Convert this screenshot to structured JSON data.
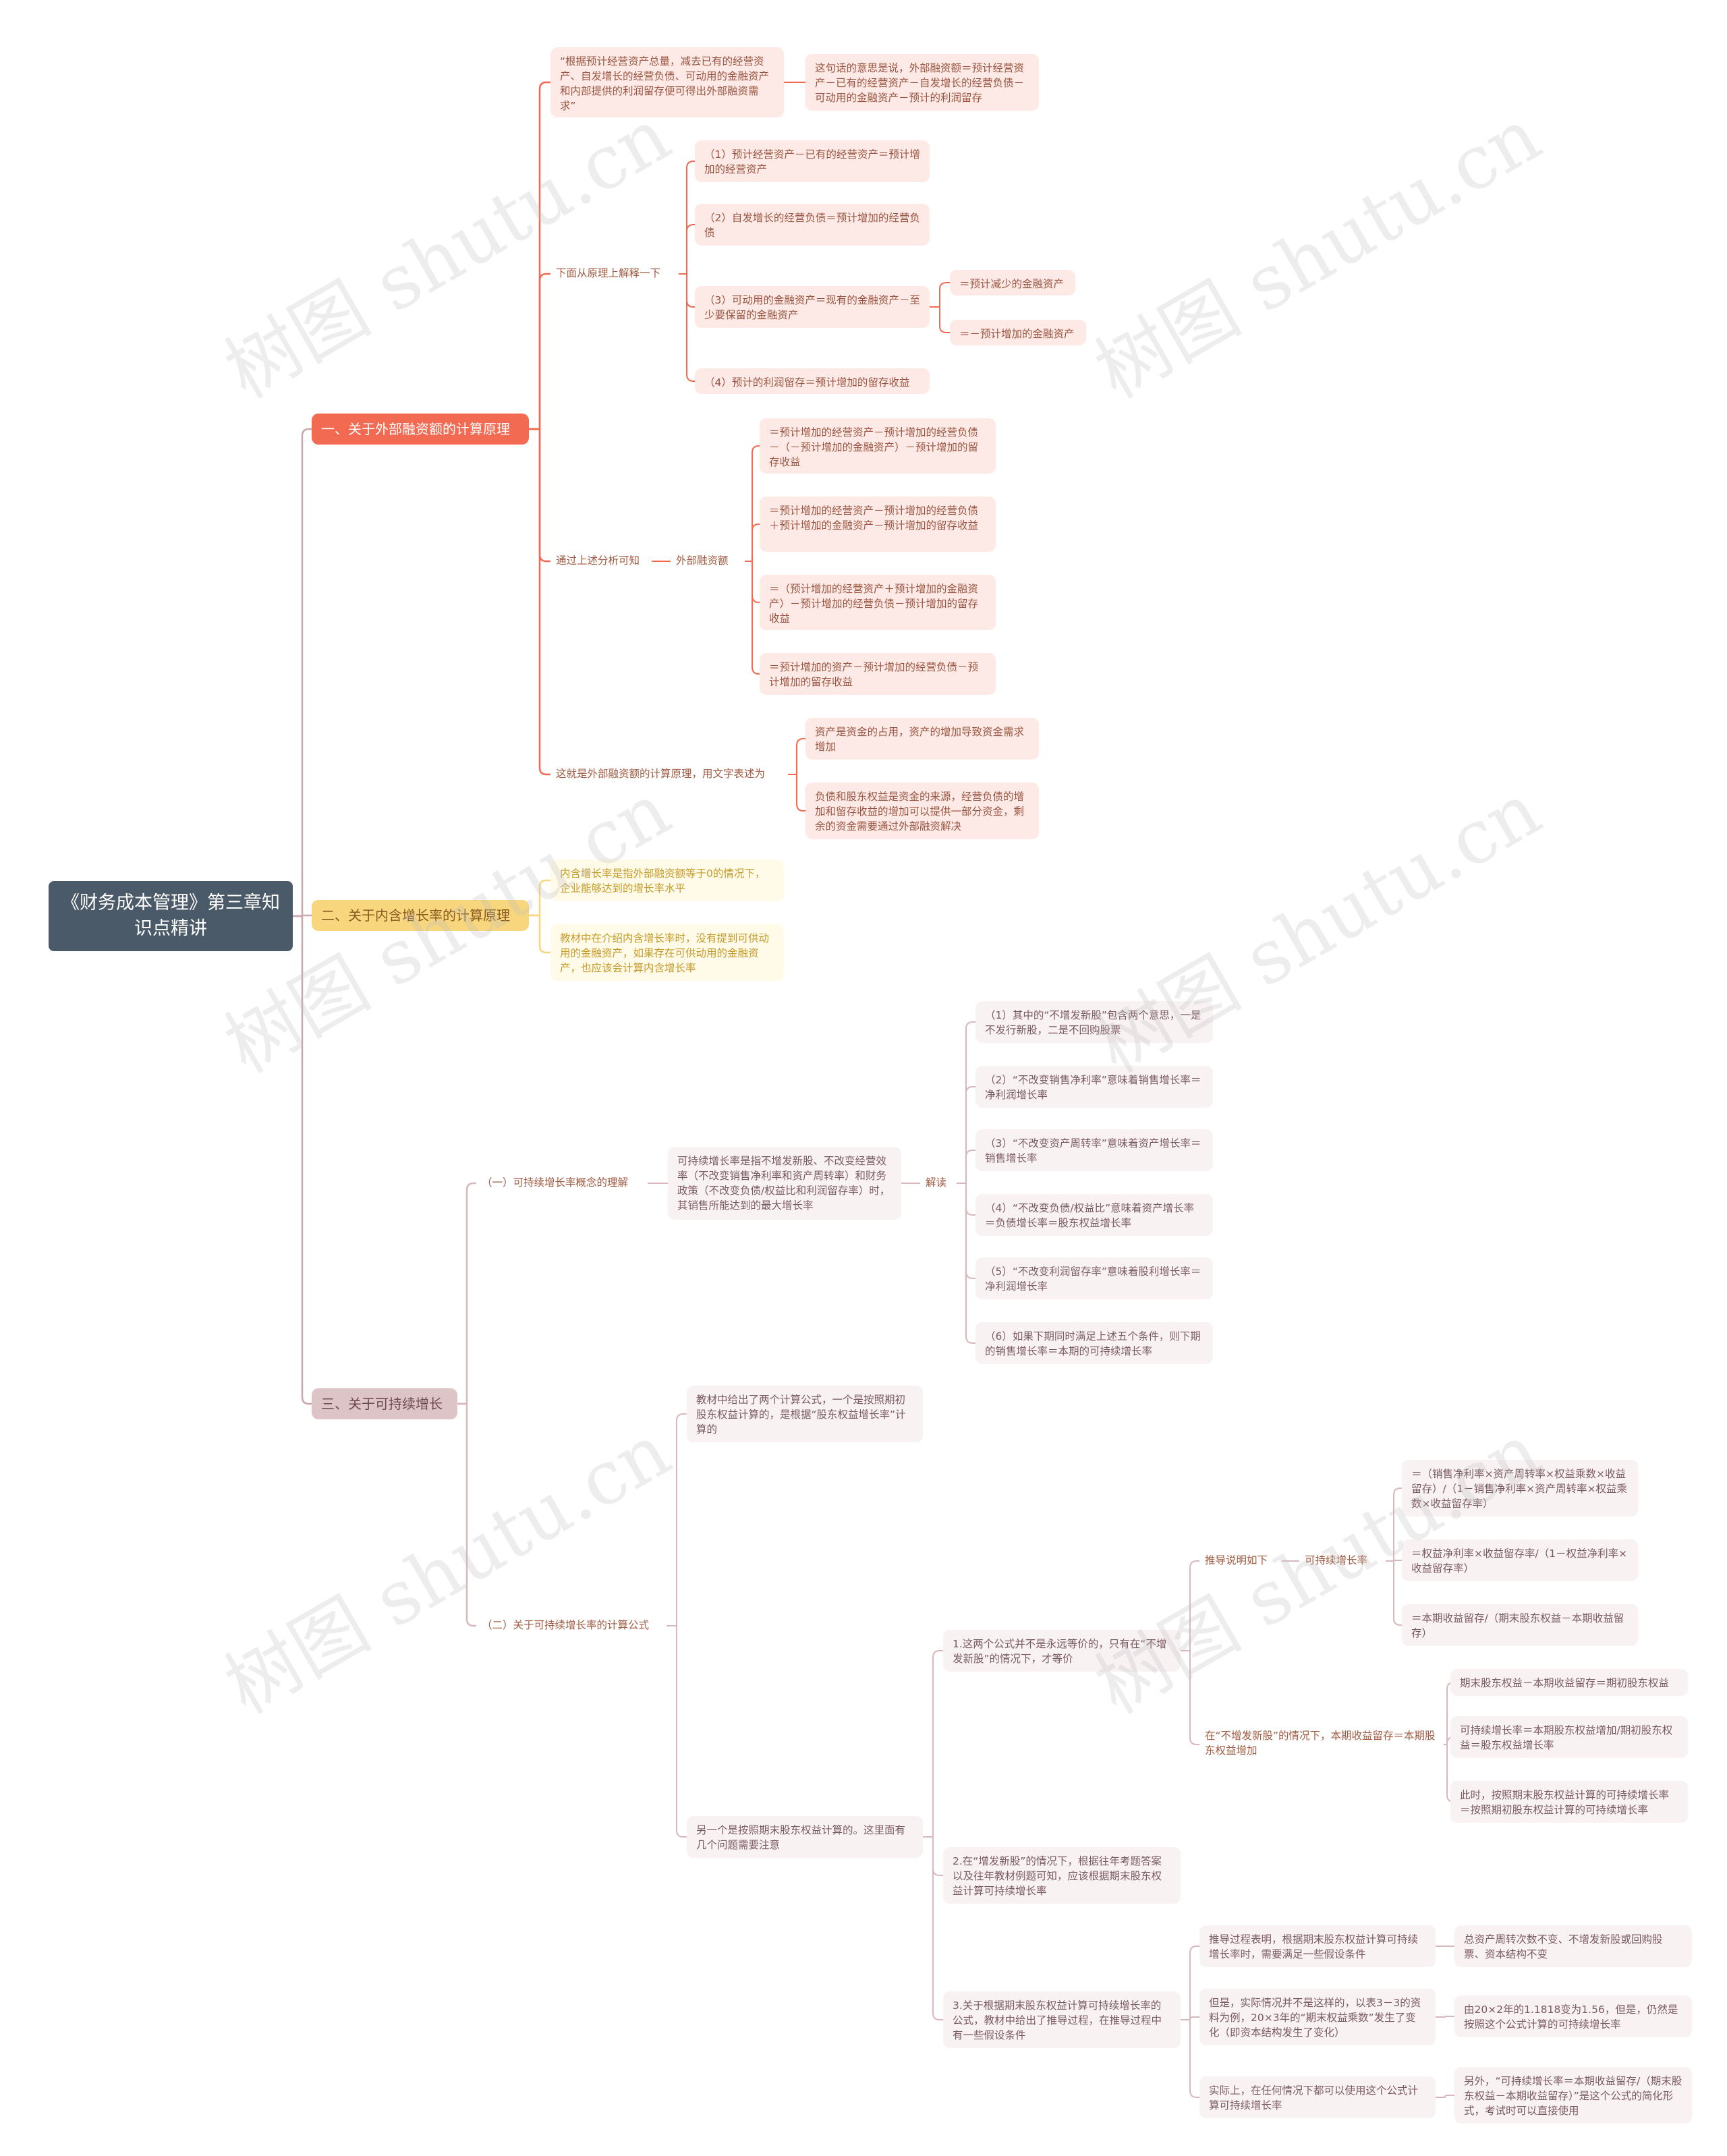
{
  "root": "《财务成本管理》第三章知识点精讲",
  "watermark": "树图 shutu.cn",
  "colors": {
    "branch1": "#f26a51",
    "branch2": "#f7d67e",
    "branch3": "#dcc4c7",
    "root": "#4b5a68"
  },
  "b1": {
    "title": "一、关于外部融资额的计算原理",
    "quote": "“根据预计经营资产总量，减去已有的经营资产、自发增长的经营负债、可动用的金融资产和内部提供的利润留存便可得出外部融资需求”",
    "quote_explain": "这句话的意思是说，外部融资额＝预计经营资产－已有的经营资产－自发增长的经营负债－可动用的金融资产－预计的利润留存",
    "explain": "下面从原理上解释一下",
    "e1": "（1）预计经营资产－已有的经营资产＝预计增加的经营资产",
    "e2": "（2）自发增长的经营负债＝预计增加的经营负债",
    "e3": "（3）可动用的金融资产＝现有的金融资产－至少要保留的金融资产",
    "e3a": "＝预计减少的金融资产",
    "e3b": "＝－预计增加的金融资产",
    "e4": "（4）预计的利润留存＝预计增加的留存收益",
    "analysis": "通过上述分析可知",
    "ext": "外部融资额",
    "f1": "＝预计增加的经营资产－预计增加的经营负债－（－预计增加的金融资产）－预计增加的留存收益",
    "f2": "＝预计增加的经营资产－预计增加的经营负债＋预计增加的金融资产－预计增加的留存收益",
    "f3": "＝（预计增加的经营资产＋预计增加的金融资产）－预计增加的经营负债－预计增加的留存收益",
    "f4": "＝预计增加的资产－预计增加的经营负债－预计增加的留存收益",
    "words": "这就是外部融资额的计算原理，用文字表述为",
    "w1": "资产是资金的占用，资产的增加导致资金需求增加",
    "w2": "负债和股东权益是资金的来源，经营负债的增加和留存收益的增加可以提供一部分资金，剩余的资金需要通过外部融资解决"
  },
  "b2": {
    "title": "二、关于内含增长率的计算原理",
    "n1": "内含增长率是指外部融资额等于0的情况下，企业能够达到的增长率水平",
    "n2": "教材中在介绍内含增长率时，没有提到可供动用的金融资产，如果存在可供动用的金融资产，也应该会计算内含增长率"
  },
  "b3": {
    "title": "三、关于可持续增长",
    "s1": "（一）可持续增长率概念的理解",
    "s1def": "可持续增长率是指不增发新股、不改变经营效率（不改变销售净利率和资产周转率）和财务政策（不改变负债/权益比和利润留存率）时，其销售所能达到的最大增长率",
    "jd": "解读",
    "j1": "（1）其中的“不增发新股”包含两个意思，一是不发行新股，二是不回购股票",
    "j2": "（2）“不改变销售净利率”意味着销售增长率＝净利润增长率",
    "j3": "（3）“不改变资产周转率”意味着资产增长率＝销售增长率",
    "j4": "（4）“不改变负债/权益比”意味着资产增长率＝负债增长率＝股东权益增长率",
    "j5": "（5）“不改变利润留存率”意味着股利增长率＝净利润增长率",
    "j6": "（6）如果下期同时满足上述五个条件，则下期的销售增长率＝本期的可持续增长率",
    "s2": "（二）关于可持续增长率的计算公式",
    "t1": "教材中给出了两个计算公式，一个是按照期初股东权益计算的，是根据“股东权益增长率”计算的",
    "t2": "另一个是按照期末股东权益计算的。这里面有几个问题需要注意",
    "p1": "1.这两个公式并不是永远等价的，只有在“不增发新股”的情况下，才等价",
    "p1a": "推导说明如下",
    "p1b": "可持续增长率",
    "g1": "＝（销售净利率×资产周转率×权益乘数×收益留存）/（1－销售净利率×资产周转率×权益乘数×收益留存率）",
    "g2": "＝权益净利率×收益留存率/（1－权益净利率×收益留存率）",
    "g3": "＝本期收益留存/（期末股东权益－本期收益留存）",
    "p1c": "在“不增发新股”的情况下，本期收益留存＝本期股东权益增加",
    "h1": "期末股东权益－本期收益留存＝期初股东权益",
    "h2": "可持续增长率＝本期股东权益增加/期初股东权益＝股东权益增长率",
    "h3": "此时，按照期末股东权益计算的可持续增长率＝按照期初股东权益计算的可持续增长率",
    "p2": "2.在“增发新股”的情况下，根据往年考题答案以及往年教材例题可知，应该根据期末股东权益计算可持续增长率",
    "p3": "3.关于根据期末股东权益计算可持续增长率的公式，教材中给出了推导过程，在推导过程中有一些假设条件",
    "q1": "推导过程表明，根据期末股东权益计算可持续增长率时，需要满足一些假设条件",
    "q1a": "总资产周转次数不变、不增发新股或回购股票、资本结构不变",
    "q2": "但是，实际情况并不是这样的，以表3－3的资料为例，20×3年的“期末权益乘数”发生了变化（即资本结构发生了变化）",
    "q2a": "由20×2年的1.1818变为1.56，但是，仍然是按照这个公式计算的可持续增长率",
    "q3": "实际上，在任何情况下都可以使用这个公式计算可持续增长率",
    "q3a": "另外，“可持续增长率＝本期收益留存/（期末股东权益－本期收益留存）”是这个公式的简化形式，考试时可以直接使用"
  }
}
